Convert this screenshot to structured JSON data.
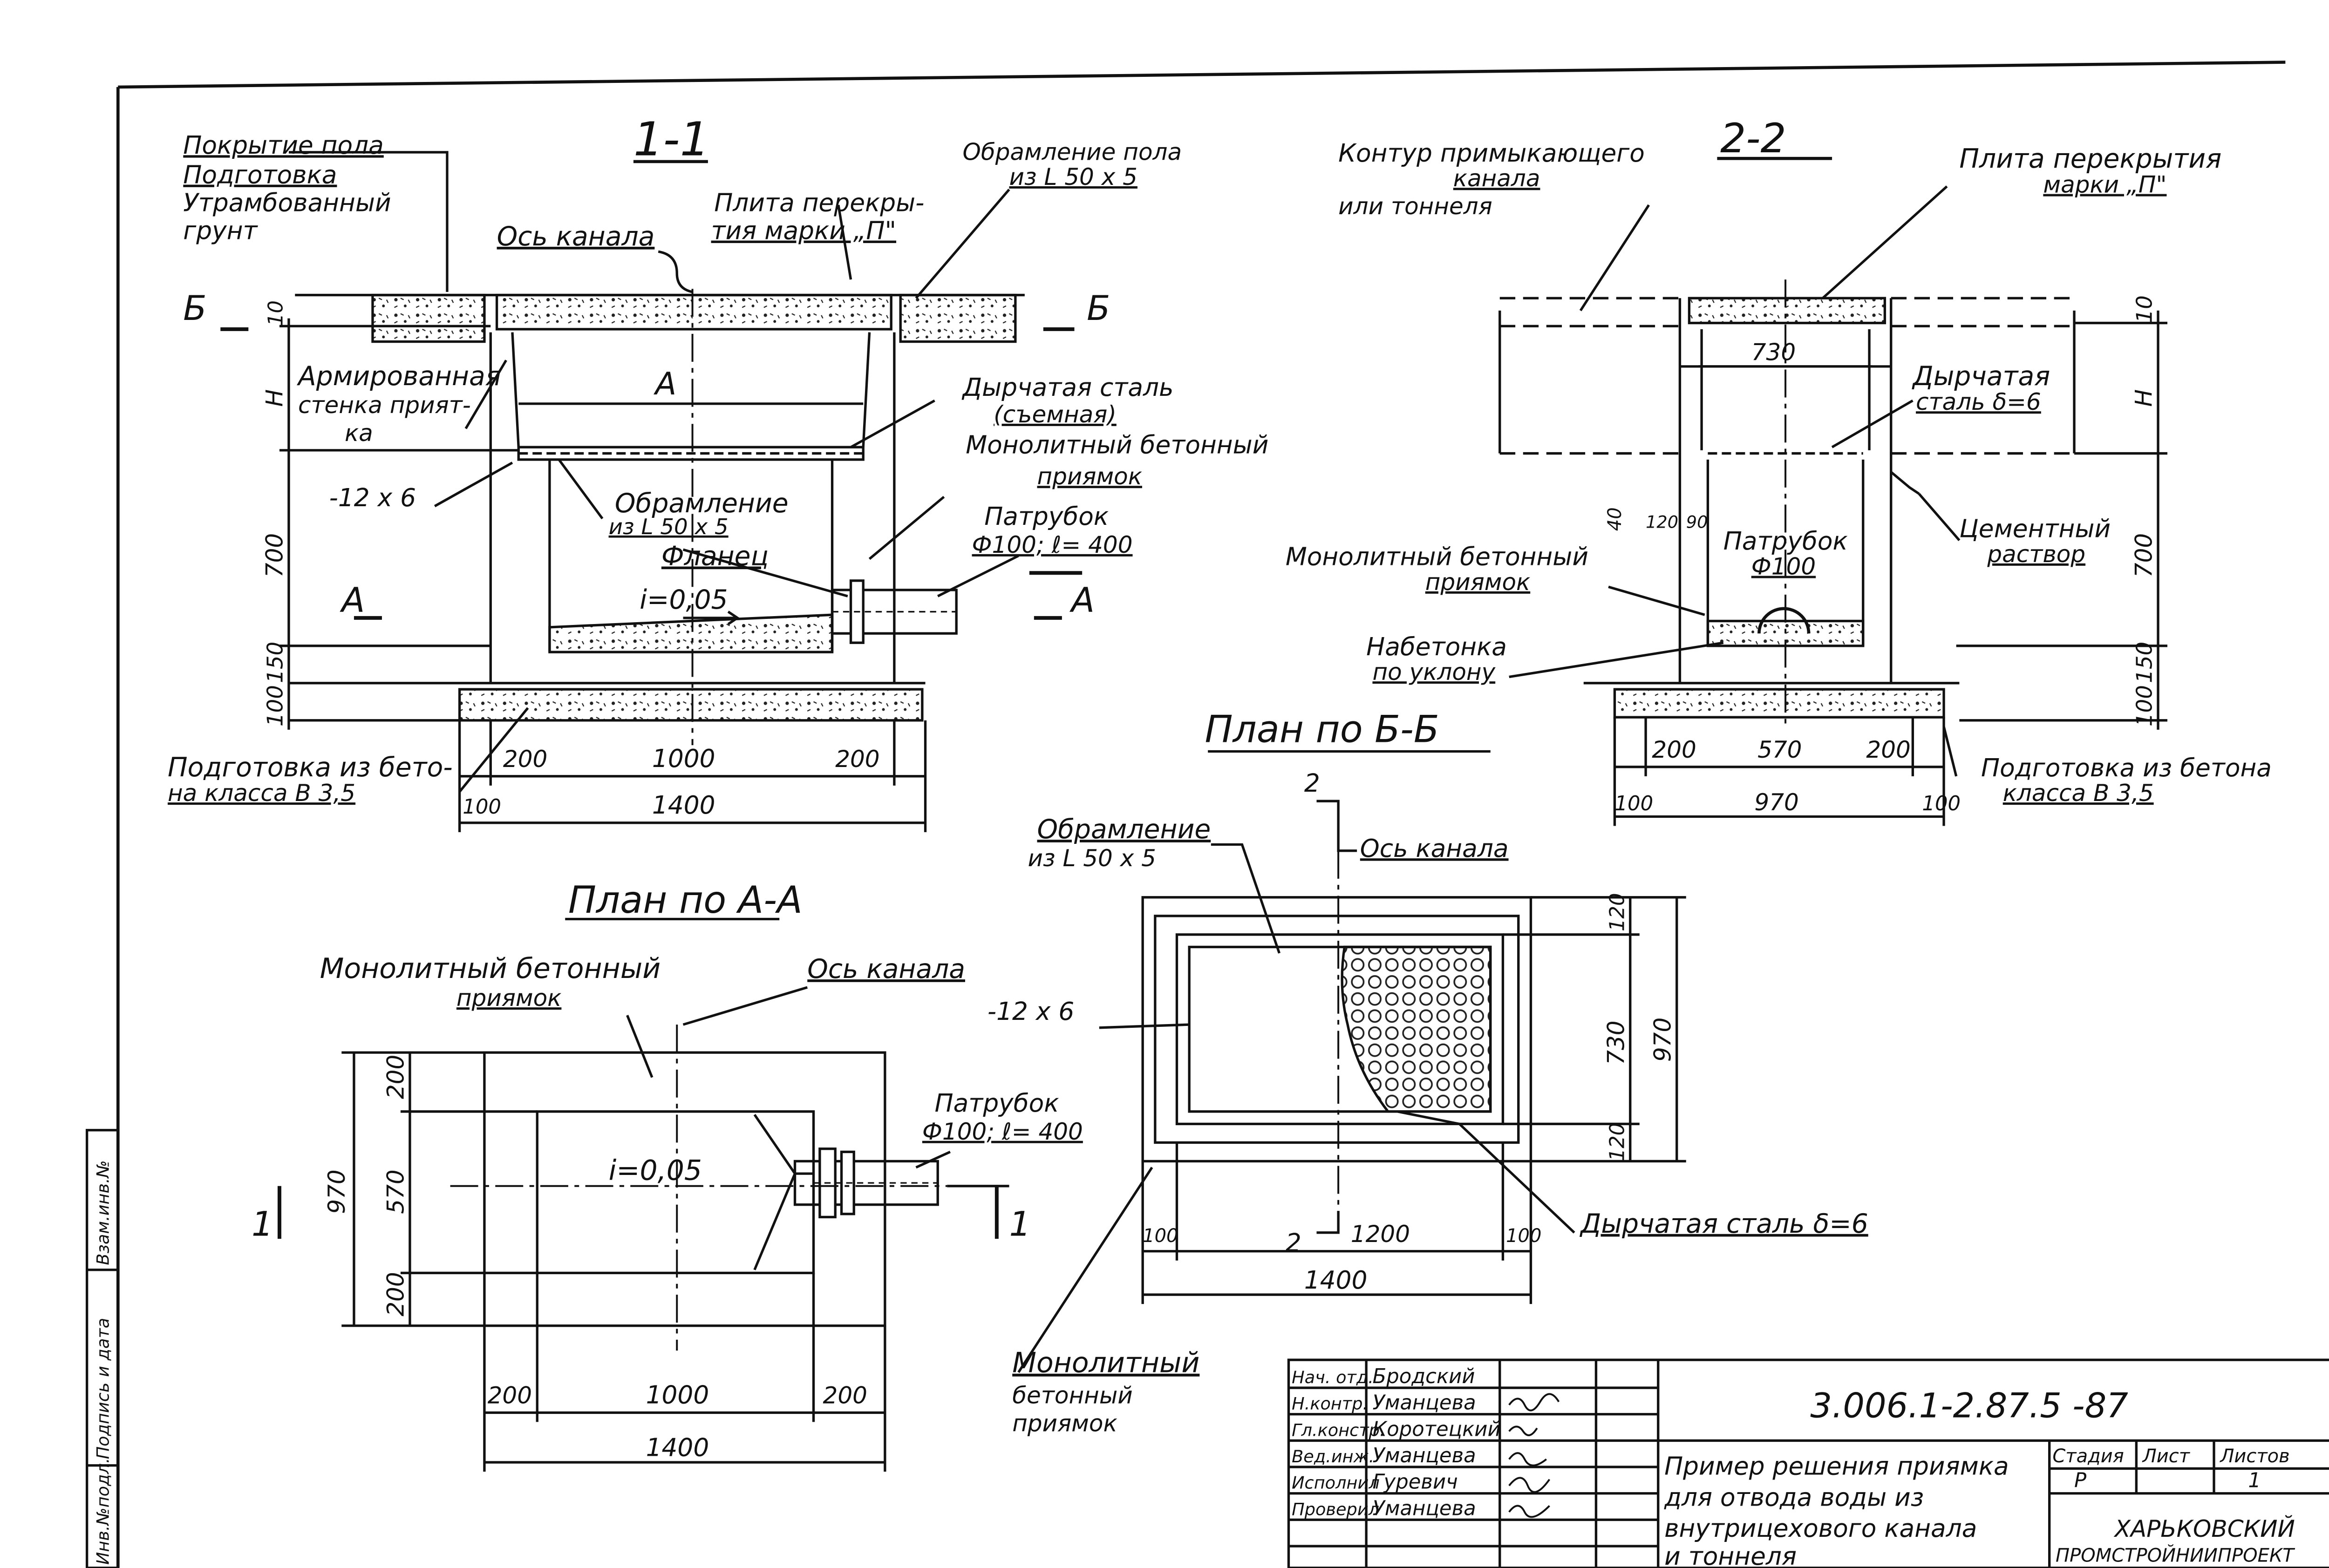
{
  "section_1_1": {
    "title": "1-1",
    "floor_cover": "Покрытие пола",
    "preparation": "Подготовка",
    "compacted_soil_1": "Утрамбованный",
    "compacted_soil_2": "грунт",
    "channel_axis": "Ось канала",
    "slab_1": "Плита перекры-",
    "slab_2": "тия марки „П\"",
    "frame_floor_1": "Обрамление пола",
    "frame_floor_2": "из L 50 х 5",
    "reinforced_wall_1": "Армированная",
    "reinforced_wall_2": "стенка прият-",
    "reinforced_wall_3": "ка",
    "perforated_1": "Дырчатая сталь",
    "perforated_2": "(съемная)",
    "monolithic_1": "Монолитный бетонный",
    "monolithic_2": "приямок",
    "frame_1": "Обрамление",
    "frame_2": "из L 50 х 5",
    "strip": "-12 х 6",
    "flange": "Фланец",
    "pipe_1": "Патрубок",
    "pipe_2": "Ф100; ℓ= 400",
    "slope": "i=0,05",
    "dim_a": "A",
    "dim_h": "H",
    "dim_10": "10",
    "dim_700": "700",
    "dim_150": "150",
    "dim_100": "100",
    "dim_200a": "200",
    "dim_1000": "1000",
    "dim_200b": "200",
    "dim_100a": "100",
    "dim_1400": "1400",
    "cut_b_left": "Б",
    "cut_b_right": "Б",
    "cut_a_left": "А",
    "cut_a_right": "А",
    "prep_concrete_1": "Подготовка из бето-",
    "prep_concrete_2": "на класса В 3,5"
  },
  "section_2_2": {
    "title": "2-2",
    "contour_1": "Контур примыкающего",
    "contour_2": "канала",
    "contour_3": "или тоннеля",
    "slab_1": "Плита перекрытия",
    "slab_2": "марки „П\"",
    "dim_730": "730",
    "perforated_1": "Дырчатая",
    "perforated_2": "сталь δ=6",
    "dim_10": "10",
    "dim_h": "H",
    "dim_40": "40",
    "dim_120": "120",
    "dim_90": "90",
    "pipe_1": "Патрубок",
    "pipe_2": "Ф100",
    "cement_1": "Цементный",
    "cement_2": "раствор",
    "monolithic_1": "Монолитный бетонный",
    "monolithic_2": "приямок",
    "topping_1": "Набетонка",
    "topping_2": "по уклону",
    "dim_700": "700",
    "dim_150": "150",
    "dim_100": "100",
    "dim_200a": "200",
    "dim_570": "570",
    "dim_200b": "200",
    "dim_100a": "100",
    "dim_970": "970",
    "dim_100b": "100",
    "prep_1": "Подготовка из бетона",
    "prep_2": "класса В 3,5"
  },
  "plan_b": {
    "title": "План по Б-Б",
    "frame_1": "Обрамление",
    "frame_2": "из L 50 х 5",
    "cut_2_top": "2",
    "cut_2_bottom": "2",
    "channel_axis": "Ось канала",
    "strip": "-12 х 6",
    "dim_120a": "120",
    "dim_730": "730",
    "dim_970": "970",
    "dim_120b": "120",
    "perforated": "Дырчатая сталь δ=6",
    "dim_100a": "100",
    "dim_1200": "1200",
    "dim_100b": "100",
    "dim_1400": "1400",
    "monolithic_1": "Монолитный",
    "monolithic_2": "бетонный",
    "monolithic_3": "приямок"
  },
  "plan_a": {
    "title": "План по А-А",
    "monolithic_1": "Монолитный бетонный",
    "monolithic_2": "приямок",
    "channel_axis": "Ось канала",
    "pipe_1": "Патрубок",
    "pipe_2": "Ф100; ℓ= 400",
    "slope": "i=0,05",
    "dim_200a": "200",
    "dim_570": "570",
    "dim_200b": "200",
    "dim_970": "970",
    "dim_200c": "200",
    "dim_1000": "1000",
    "dim_200d": "200",
    "dim_1400": "1400",
    "cut_1_left": "1",
    "cut_1_right": "1"
  },
  "side_stamp": {
    "inv_no": "Инв.№подл.",
    "sign_date": "Подпись и дата",
    "replace_inv": "Взам.инв.№"
  },
  "title_block": {
    "code": "3.006.1-2.87.5 -87",
    "roles": [
      "Нач. отд.",
      "Н.контр.",
      "Гл.констр.",
      "Вед.инж.",
      "Исполнил",
      "Проверил"
    ],
    "names": [
      "Бродский",
      "Уманцева",
      "Коротецкий",
      "Уманцева",
      "Гуревич",
      "Уманцева"
    ],
    "title_1": "Пример решения приямка",
    "title_2": "для отвода воды из",
    "title_3": "внутрицехового канала",
    "title_4": "и тоннеля",
    "stage_h": "Стадия",
    "sheet_h": "Лист",
    "sheets_h": "Листов",
    "stage": "Р",
    "sheet": "1",
    "org_1": "ХАРЬКОВСКИЙ",
    "org_2": "ПРОМСТРОЙНИИПРОЕКТ"
  }
}
